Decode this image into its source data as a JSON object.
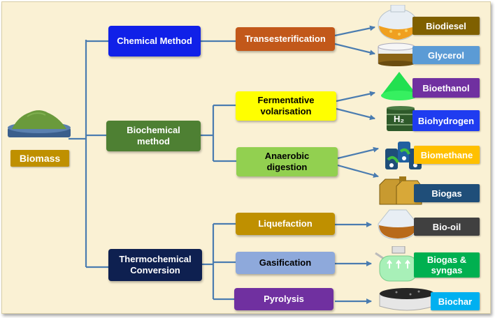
{
  "source": {
    "label": "Biomass",
    "icon": "biomass-pile-icon"
  },
  "methods": [
    {
      "id": "chemical",
      "label": "Chemical Method",
      "processes": [
        {
          "label": "Transesterification",
          "products": [
            {
              "label": "Biodiesel",
              "icon": "flask-icon"
            },
            {
              "label": "Glycerol",
              "icon": "dish-icon"
            }
          ]
        }
      ]
    },
    {
      "id": "biochemical",
      "label": "Biochemical\nmethod",
      "processes": [
        {
          "label": "Fermentative\nvolarisation",
          "products": [
            {
              "label": "Bioethanol",
              "icon": "cone-icon"
            },
            {
              "label": "Biohydrogen",
              "icon": "h2-barrel-icon",
              "icon_text": "H₂"
            }
          ]
        },
        {
          "label": "Anaerobic\ndigestion",
          "products": [
            {
              "label": "Biomethane",
              "icon": "methane-tanks-icon"
            },
            {
              "label": "Biogas",
              "icon": "gas-canister-icon"
            }
          ]
        }
      ]
    },
    {
      "id": "thermochemical",
      "label": "Thermochemical\nConversion",
      "processes": [
        {
          "label": "Liquefaction",
          "products": [
            {
              "label": "Bio-oil",
              "icon": "oil-flask-icon"
            }
          ]
        },
        {
          "label": "Gasification",
          "products": [
            {
              "label": "Biogas &\nsyngas",
              "icon": "gas-flask-icon"
            }
          ]
        },
        {
          "label": "Pyrolysis",
          "products": [
            {
              "label": "Biochar",
              "icon": "char-dish-icon"
            }
          ]
        }
      ]
    }
  ],
  "colors": {
    "background": "#faf1d4",
    "connector": "#4a7cb0",
    "chemical_method": "#1020e8",
    "biochemical_method": "#4e8033",
    "thermochemical_method": "#0e2050",
    "transesterification": "#c2581a",
    "fermentative": "#ffff00",
    "anaerobic": "#92d050",
    "liquefaction": "#bf9000",
    "gasification": "#8ea9db",
    "pyrolysis": "#7030a0",
    "biomass_label": "#bf9000",
    "biodiesel": "#7f6000",
    "glycerol": "#5b9bd5",
    "bioethanol": "#7030a0",
    "biohydrogen": "#1f3cf0",
    "biomethane": "#ffc000",
    "biogas": "#1f4e79",
    "bio_oil": "#404040",
    "biogas_syngas": "#00b050",
    "biochar": "#00b0f0"
  }
}
